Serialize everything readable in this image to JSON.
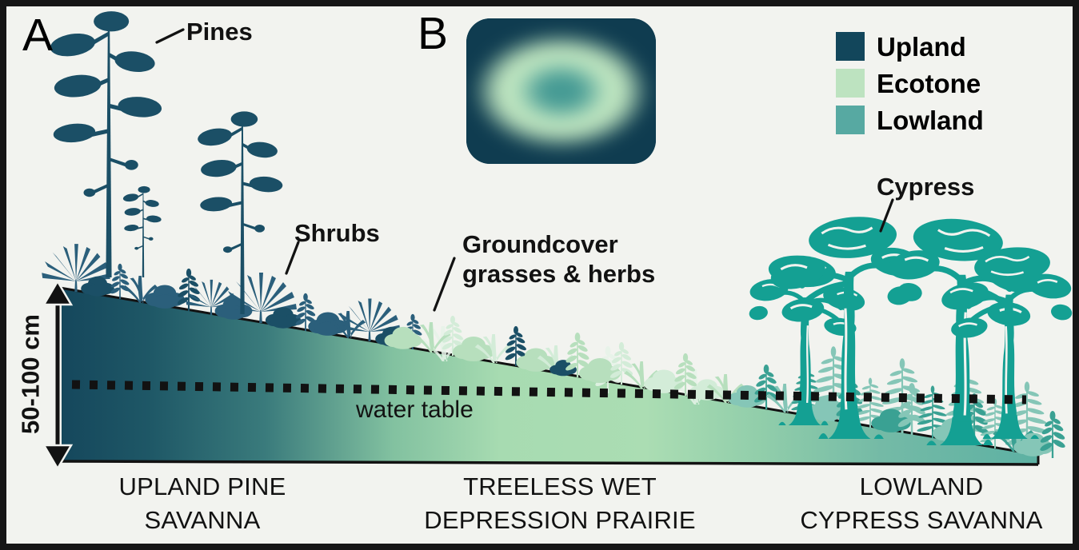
{
  "figure": {
    "panel_a_label": "A",
    "panel_b_label": "B",
    "annotations": {
      "pines": "Pines",
      "shrubs": "Shrubs",
      "groundcover_line1": "Groundcover",
      "groundcover_line2": "grasses & herbs",
      "cypress": "Cypress",
      "water_table": "water table",
      "depth_scale": "50-100 cm"
    },
    "zones": [
      {
        "line1": "UPLAND PINE",
        "line2": "SAVANNA"
      },
      {
        "line1": "TREELESS WET",
        "line2": "DEPRESSION PRAIRIE"
      },
      {
        "line1": "LOWLAND",
        "line2": "CYPRESS SAVANNA"
      }
    ],
    "legend": [
      {
        "label": "Upland",
        "color": "#12465b"
      },
      {
        "label": "Ecotone",
        "color": "#bde3c0"
      },
      {
        "label": "Lowland",
        "color": "#57a9a2"
      }
    ]
  },
  "colors": {
    "background": "#f2f3ef",
    "frame": "#161616",
    "ink": "#121212",
    "pine": "#1b4f66",
    "shrub": "#2b5f7b",
    "eco": "#b7dfbd",
    "eco_pale": "#d3ecd8",
    "ghost": "#e7f4e9",
    "low": "#3aa193",
    "low_pale": "#85c6b7",
    "cypress": "#14a093",
    "wedge_s0": "#15475c",
    "wedge_s1": "#1e5766",
    "wedge_s2": "#3a7b7c",
    "wedge_s3": "#82c1a0",
    "wedge_s4": "#a7dbb1",
    "wedge_s5": "#abddb3",
    "wedge_s6": "#90cdaa",
    "wedge_s7": "#74baa6",
    "wedge_s8": "#5db1a3",
    "panelb_outer": "#0f3c50",
    "panelb_ring": "#bee5c0",
    "panelb_center": "#459a94"
  }
}
